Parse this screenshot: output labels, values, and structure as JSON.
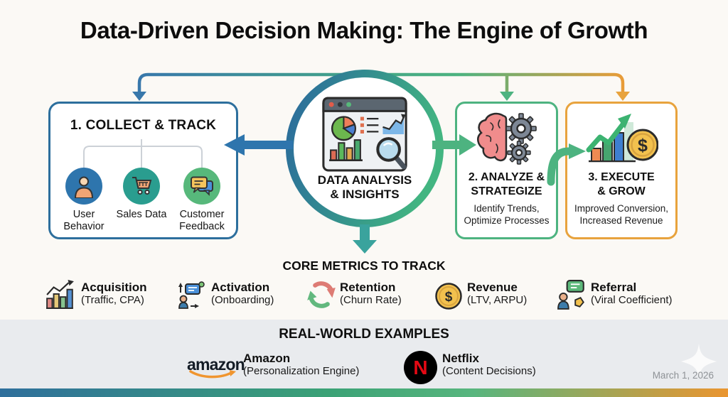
{
  "title": "Data-Driven Decision Making: The Engine of Growth",
  "date": "March 1, 2026",
  "center_node": {
    "icon": "analytics-dashboard-icon",
    "label_line1": "DATA ANALYSIS",
    "label_line2": "& INSIGHTS"
  },
  "step1": {
    "title": "1. COLLECT & TRACK",
    "items": [
      {
        "icon": "user-icon",
        "label": "User Behavior"
      },
      {
        "icon": "shopping-cart-icon",
        "label": "Sales Data"
      },
      {
        "icon": "chat-bubbles-icon",
        "label": "Customer Feedback"
      }
    ]
  },
  "step2": {
    "title": "2. ANALYZE & STRATEGIZE",
    "subtitle": "Identify Trends, Optimize Processes",
    "icon": "brain-gears-icon"
  },
  "step3": {
    "title": "3. EXECUTE & GROW",
    "subtitle": "Improved Conversion, Increased Revenue",
    "icon": "growth-dollar-icon"
  },
  "metrics": {
    "heading": "CORE METRICS TO TRACK",
    "items": [
      {
        "name": "Acquisition",
        "detail": "(Traffic, CPA)",
        "icon": "bar-chart-trend-icon"
      },
      {
        "name": "Activation",
        "detail": "(Onboarding)",
        "icon": "user-message-icon"
      },
      {
        "name": "Retention",
        "detail": "(Churn Rate)",
        "icon": "cycle-arrows-icon"
      },
      {
        "name": "Revenue",
        "detail": "(LTV, ARPU)",
        "icon": "dollar-coin-icon"
      },
      {
        "name": "Referral",
        "detail": "(Viral Coefficient)",
        "icon": "user-share-icon"
      }
    ]
  },
  "examples": {
    "heading": "REAL-WORLD EXAMPLES",
    "items": [
      {
        "logo": "amazon-logo",
        "logo_text": "amazon",
        "name": "Amazon",
        "detail": "(Personalization Engine)"
      },
      {
        "logo": "netflix-logo",
        "logo_letter": "N",
        "name": "Netflix",
        "detail": "(Content Decisions)"
      }
    ]
  },
  "coin_symbol": "$",
  "accent_colors": {
    "step1_border": "#2d6f9d",
    "step2_border": "#4db380",
    "step3_border": "#e8a33d",
    "arrow_blue": "#2e75ad",
    "arrow_green": "#4db380",
    "arrow_teal": "#3aa39d",
    "bottom_bar_gradient": [
      "#2f6f9c",
      "#3ba276",
      "#58b67e",
      "#ea9530"
    ],
    "netflix_red": "#e50914",
    "amazon_orange": "#f0952f"
  }
}
